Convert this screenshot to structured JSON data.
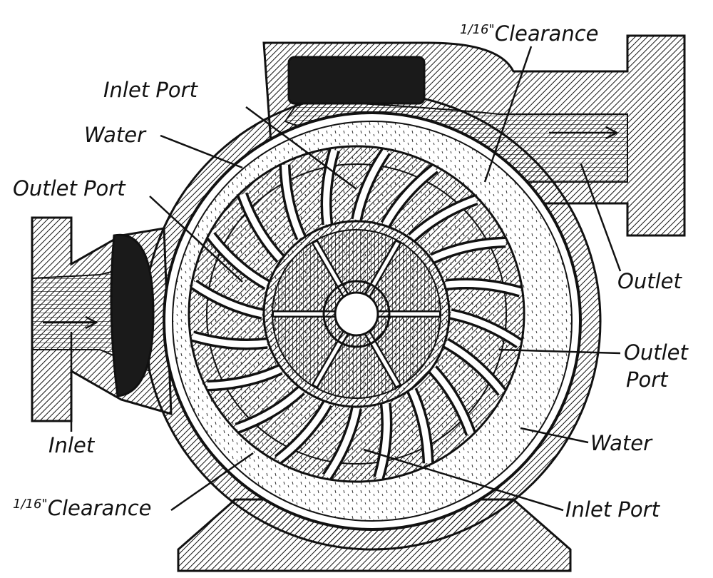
{
  "labels": {
    "clearance_top": "Clearance",
    "clearance_top_fraction": "1/16\"",
    "inlet_port_top": "Inlet Port",
    "water_left": "Water",
    "outlet_port_left": "Outlet Port",
    "outlet": "Outlet",
    "outlet_port_right_line1": "Outlet",
    "outlet_port_right_line2": "Port",
    "water_right": "Water",
    "inlet_port_bottom": "Inlet Port",
    "clearance_bottom": "Clearance",
    "clearance_bottom_fraction": "1/16\"",
    "inlet": "Inlet"
  },
  "colors": {
    "ink": "#111111",
    "paper": "#ffffff"
  }
}
